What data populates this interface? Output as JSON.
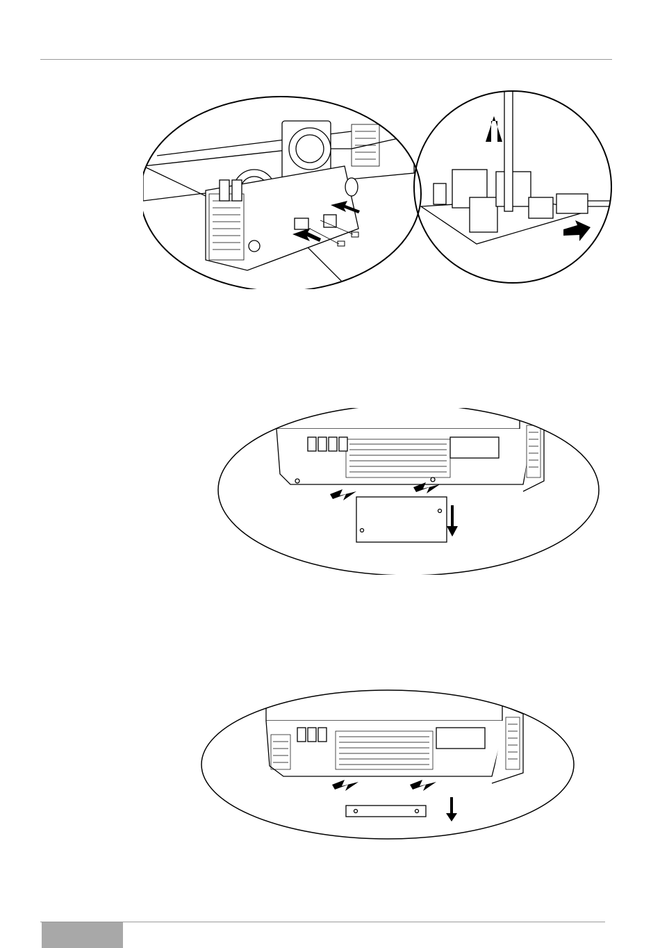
{
  "document": {
    "header_rule": "top-divider",
    "footer_rule": "bottom-divider",
    "footer_tab_color": "#a8a8a8"
  },
  "figures": [
    {
      "name": "fig-remove-cover-screws-and-board",
      "content": "illustration"
    },
    {
      "name": "fig-remove-bottom-cover-plate",
      "content": "illustration"
    },
    {
      "name": "fig-remove-bottom-bracket",
      "content": "illustration"
    }
  ],
  "icons": [
    "arrow-icon",
    "screw-icon",
    "fan-icon",
    "circuit-board-icon",
    "ventilation-grille-icon"
  ]
}
